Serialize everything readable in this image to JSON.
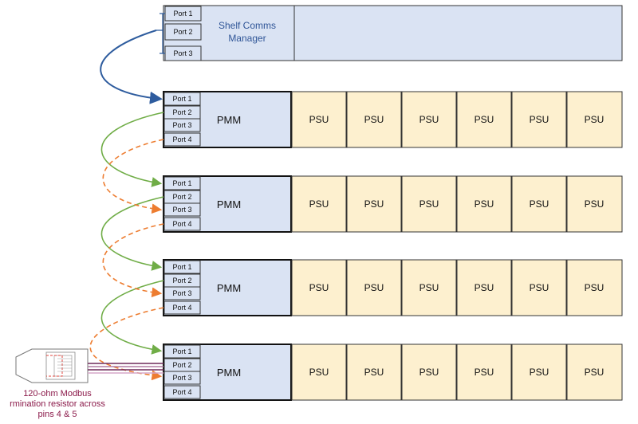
{
  "shelf_manager": {
    "label_line1": "Shelf Comms",
    "label_line2": "Manager",
    "ports": [
      "Port 1",
      "Port 2",
      "Port 3"
    ]
  },
  "shelves": [
    {
      "controller": "PMM",
      "ports": [
        "Port 1",
        "Port 2",
        "Port 3",
        "Port 4"
      ],
      "psus": [
        "PSU",
        "PSU",
        "PSU",
        "PSU",
        "PSU",
        "PSU"
      ]
    },
    {
      "controller": "PMM",
      "ports": [
        "Port 1",
        "Port 2",
        "Port 3",
        "Port 4"
      ],
      "psus": [
        "PSU",
        "PSU",
        "PSU",
        "PSU",
        "PSU",
        "PSU"
      ]
    },
    {
      "controller": "PMM",
      "ports": [
        "Port 1",
        "Port 2",
        "Port 3",
        "Port 4"
      ],
      "psus": [
        "PSU",
        "PSU",
        "PSU",
        "PSU",
        "PSU",
        "PSU"
      ]
    },
    {
      "controller": "PMM",
      "ports": [
        "Port 1",
        "Port 2",
        "Port 3",
        "Port 4"
      ],
      "psus": [
        "PSU",
        "PSU",
        "PSU",
        "PSU",
        "PSU",
        "PSU"
      ]
    }
  ],
  "terminator_note": {
    "line1": "120-ohm Modbus",
    "line2": "rmination resistor across",
    "line3": "pins 4 & 5"
  },
  "colors": {
    "manager_fill": "#dae3f3",
    "pmm_fill": "#dae3f3",
    "psu_fill": "#fdf0cf",
    "blue_link": "#2e5c9e",
    "green_link": "#70ad47",
    "orange_link": "#ed7d31",
    "note_text": "#8b1a4a"
  }
}
